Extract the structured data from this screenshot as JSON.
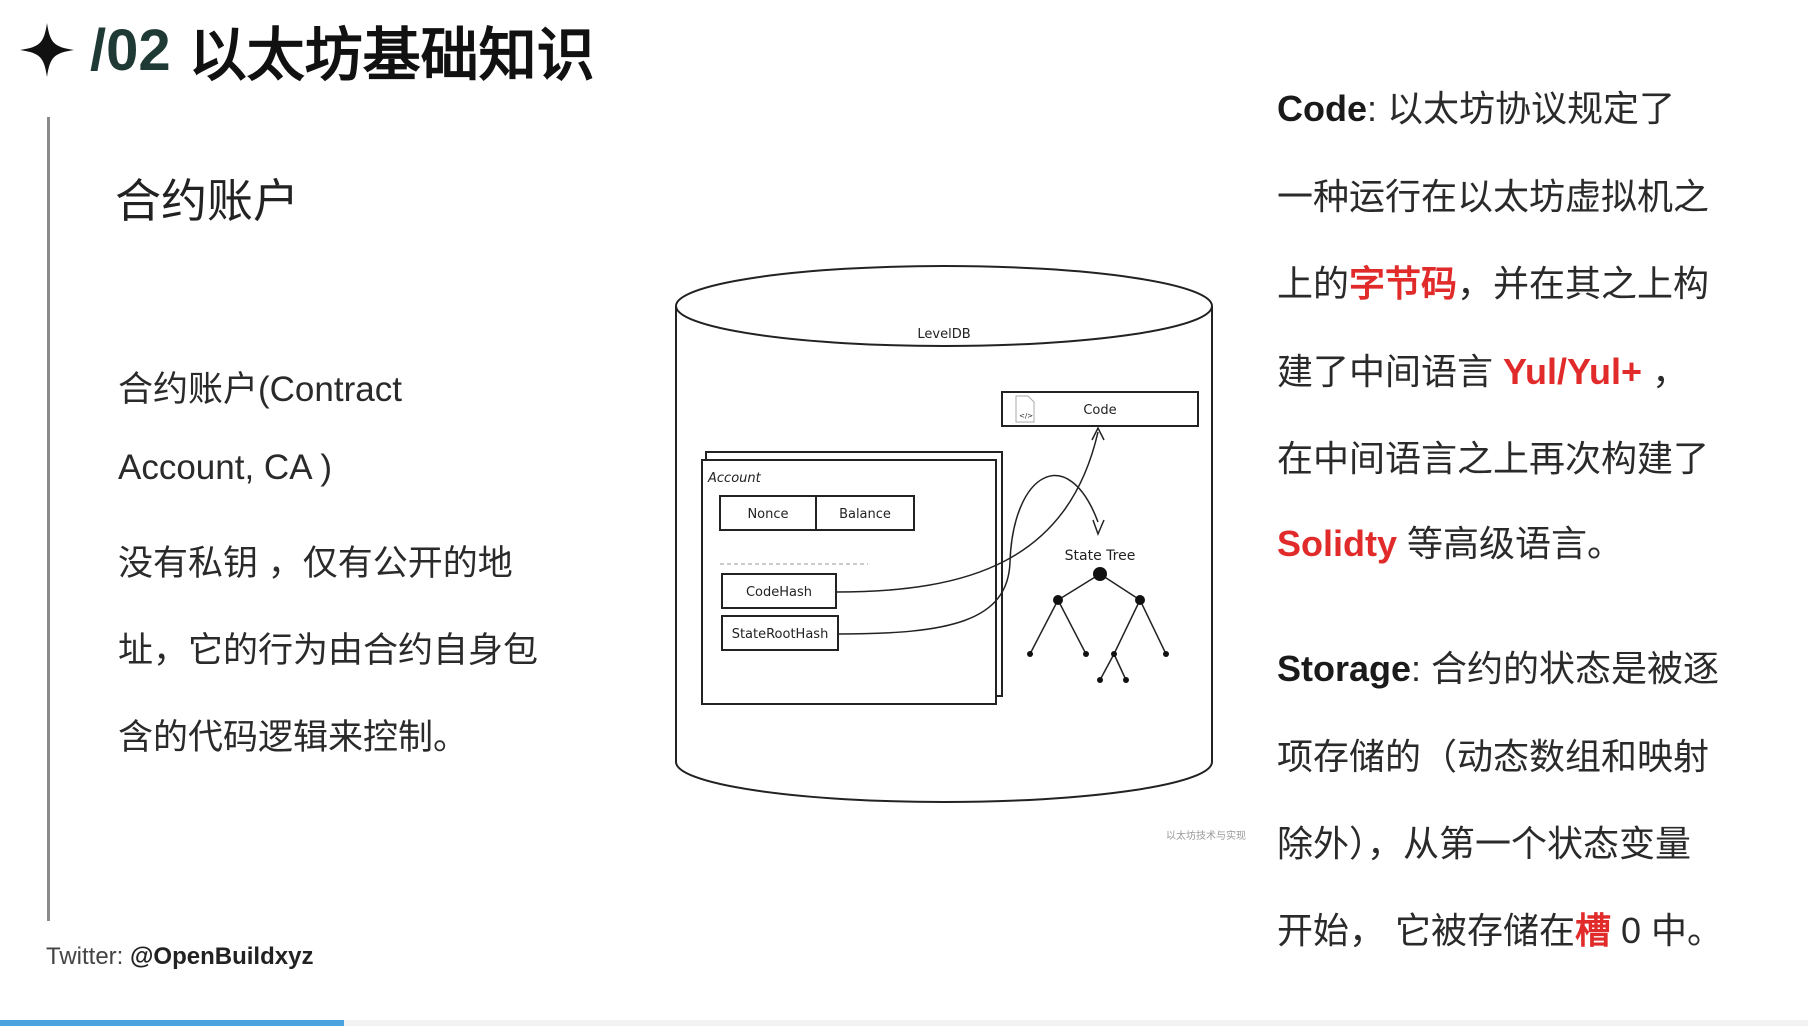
{
  "header": {
    "number": "/02",
    "title": "以太坊基础知识",
    "star_icon": "four-point-star-icon"
  },
  "left": {
    "heading": "合约账户",
    "lines": [
      "合约账户(Contract",
      "Account, CA )",
      "没有私钥 ，仅有公开的地",
      "址，它的行为由合约自身包",
      "含的代码逻辑来控制。"
    ]
  },
  "diagram": {
    "db_label": "LevelDB",
    "code_box": "Code",
    "account_label": "Account",
    "fields": {
      "nonce": "Nonce",
      "balance": "Balance",
      "code_hash": "CodeHash",
      "state_root_hash": "StateRootHash"
    },
    "state_tree": "State Tree",
    "watermark": "以太坊技术与实现"
  },
  "right": {
    "code": {
      "keyword": "Code",
      "l1": ": 以太坊协议规定了",
      "l2": "一种运行在以太坊虚拟机之",
      "l3a": "上的",
      "l3red": "字节码",
      "l3b": "，并在其之上构",
      "l4a": "建了中间语言 ",
      "l4red": "Yul/Yul+",
      "l4b": " ，",
      "l5": "在中间语言之上再次构建了",
      "l6red": "Solidty",
      "l6b": " 等高级语言。"
    },
    "storage": {
      "keyword": "Storage",
      "l1": ": 合约的状态是被逐",
      "l2": "项存储的（动态数组和映射",
      "l3": "除外），从第一个状态变量",
      "l4a": "开始， 它被存储在",
      "l4red": "槽",
      "l4b": " 0 中。"
    }
  },
  "footer": {
    "twitter_label": "Twitter: ",
    "twitter_handle": "@OpenBuildxyz"
  },
  "video": {
    "progress_percent": 19,
    "accent": "#4aa3df"
  }
}
